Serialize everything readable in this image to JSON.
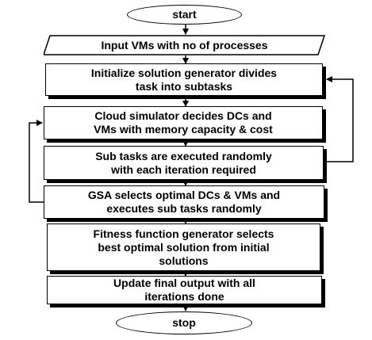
{
  "nodes": {
    "start": "start",
    "input": "Input VMs with no of processes",
    "init_line1": "Initialize solution generator divides",
    "init_line2": "task into subtasks",
    "cloud_line1": "Cloud simulator decides DCs and",
    "cloud_line2": "VMs with memory capacity  & cost",
    "subtasks_line1": "Sub tasks are executed randomly",
    "subtasks_line2": "with each iteration required",
    "gsa_line1": "GSA selects optimal DCs & VMs and",
    "gsa_line2": "executes sub tasks randomly",
    "fitness_line1": "Fitness function generator selects",
    "fitness_line2": "best optimal solution from initial",
    "fitness_line3": "solutions",
    "update_line1": "Update final output with all",
    "update_line2": "iterations done",
    "stop": "stop"
  },
  "colors": {
    "stroke": "#000000",
    "fill": "#ffffff"
  }
}
